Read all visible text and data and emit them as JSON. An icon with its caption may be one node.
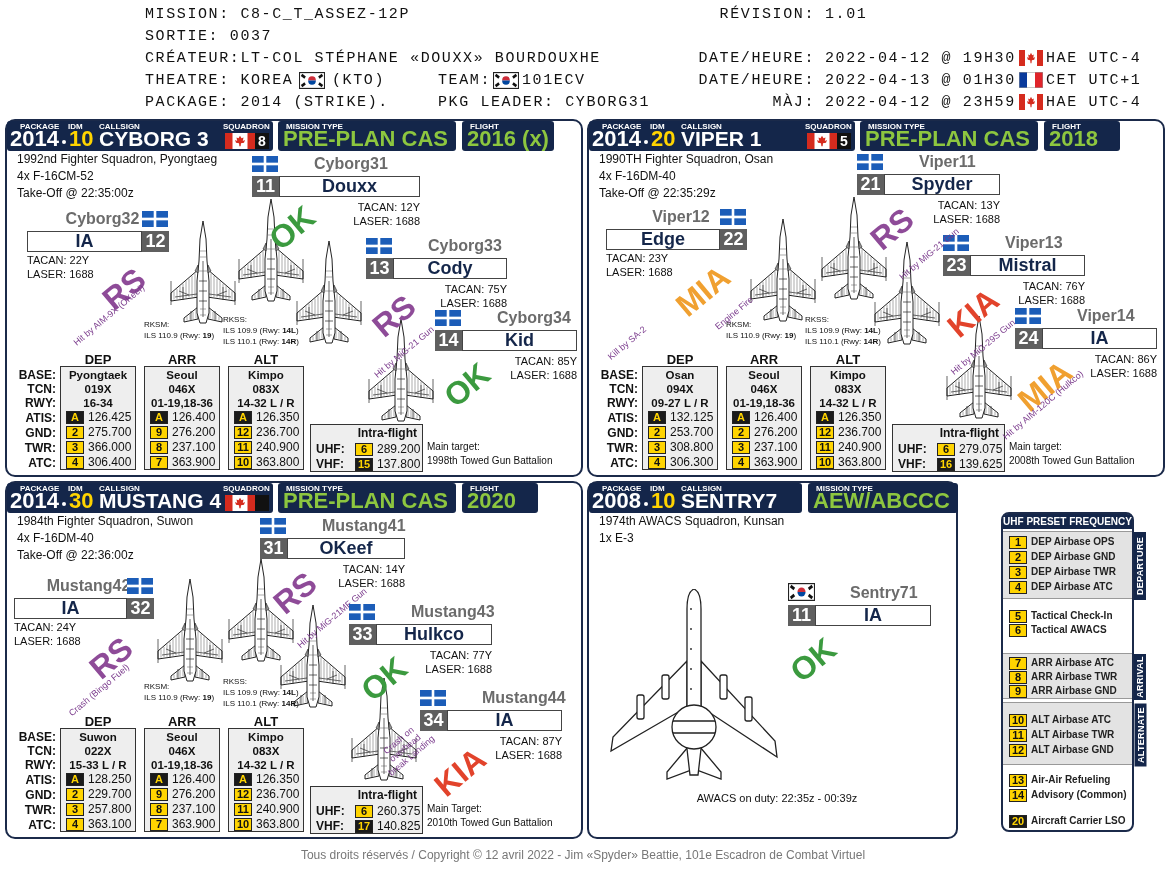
{
  "diagram": {
    "nodes": [
      {
        "text": [
          "1992nd Fighter Squadron, Pyongtaeg",
          "4x F-16CM-52",
          "Take-Off @ 22:35:00z",
          "RKSM:",
          "ILS 110.9 (Rwy: **19**)",
          "RKSS:",
          "ILS 109.9 (Rwy: **14L**)",
          "ILS 110.1 (Rwy: **14R**)",
          "BASE:",
          "TCN:",
          "RWY:",
          "ATIS:",
          "GND:",
          "TWR:",
          "ATC:",
          "Main target:",
          "1998th Towed Gun Battalion"
        ]
      },
      {
        "text": [
          "PACKAGE",
          "IDM",
          "CALLSIGN",
          "SQUADRON",
          "2014",
          "10",
          "CYBORG 3",
          "8"
        ],
        "in": 0
      },
      {
        "text": [
          "MISSION TYPE",
          "PRE-PLAN CAS"
        ],
        "in": 0
      },
      {
        "text": [
          "FLIGHT",
          "2016 (x)"
        ],
        "in": 0
      },
      {
        "text": [
          "Cyborg31",
          "11",
          "Douxx"
        ],
        "beside": [
          "TACAN: 12Y",
          "LASER: 1688",
          "OK"
        ],
        "in": 0
      },
      {
        "text": [
          "Cyborg32",
          "IA",
          "12"
        ],
        "beside": [
          "TACAN: 22Y",
          "LASER: 1688",
          "RS",
          "Hit by AIM-9X (OKeef)"
        ],
        "in": 0
      },
      {
        "text": [
          "Cyborg33",
          "13",
          "Cody"
        ],
        "beside": [
          "TACAN: 75Y",
          "LASER: 1688",
          "RS",
          "Hit by MiG-21 Gun"
        ],
        "in": 0
      },
      {
        "text": [
          "Cyborg34",
          "14",
          "Kid"
        ],
        "beside": [
          "TACAN: 85Y",
          "LASER: 1688",
          "OK"
        ],
        "in": 0
      },
      {
        "text": [
          "DEP",
          "Pyongtaek",
          "019X",
          "16-34",
          "A",
          "126.425",
          "2",
          "275.700",
          "3",
          "366.000",
          "4",
          "306.400"
        ],
        "in": 0
      },
      {
        "text": [
          "ARR",
          "Seoul",
          "046X",
          "01-19,18-36",
          "A",
          "126.400",
          "9",
          "276.200",
          "8",
          "237.100",
          "7",
          "363.900"
        ],
        "in": 0
      },
      {
        "text": [
          "ALT",
          "Kimpo",
          "083X",
          "14-32 L / R",
          "A",
          "126.350",
          "12",
          "236.700",
          "11",
          "240.900",
          "10",
          "363.800"
        ],
        "in": 0
      },
      {
        "text": [
          "Intra-flight",
          "UHF:",
          "6",
          "289.200",
          "VHF:",
          "15",
          "137.800"
        ],
        "in": 0
      },
      {
        "text": [
          "1990TH Fighter Squadron, Osan",
          "4x F-16DM-40",
          "Take-Off @ 22:35:29z",
          "RKSM:",
          "ILS 110.9 (Rwy: **19**)",
          "RKSS:",
          "ILS 109.9 (Rwy: **14L**)",
          "ILS 110.1 (Rwy: **14R**)",
          "BASE:",
          "TCN:",
          "RWY:",
          "ATIS:",
          "GND:",
          "TWR:",
          "ATC:",
          "Main target:",
          "2008th Towed Gun Battalion"
        ]
      },
      {
        "text": [
          "PACKAGE",
          "IDM",
          "CALLSIGN",
          "SQUADRON",
          "2014",
          "20",
          "VIPER 1",
          "5"
        ],
        "in": 12
      },
      {
        "text": [
          "MISSION TYPE",
          "PRE-PLAN CAS"
        ],
        "in": 12
      },
      {
        "text": [
          "FLIGHT",
          "2018"
        ],
        "in": 12
      },
      {
        "text": [
          "Viper11",
          "21",
          "Spyder"
        ],
        "beside": [
          "TACAN: 13Y",
          "LASER: 1688",
          "RS",
          "Hit by MiG-21 Gun"
        ],
        "in": 12
      },
      {
        "text": [
          "Viper12",
          "Edge",
          "22"
        ],
        "beside": [
          "TACAN: 23Y",
          "LASER: 1688",
          "MIA",
          "Engine Fire"
        ],
        "in": 12
      },
      {
        "text": [
          "Viper13",
          "23",
          "Mistral"
        ],
        "beside": [
          "TACAN: 76Y",
          "LASER: 1688",
          "KIA",
          "Hit by MiG-29S Gun"
        ],
        "in": 12
      },
      {
        "text": [
          "Viper14",
          "24",
          "IA"
        ],
        "beside": [
          "TACAN: 86Y",
          "LASER: 1688",
          "MIA",
          "Hit by AIM-120C (Hulkco)"
        ],
        "in": 12
      },
      {
        "text": [
          "DEP",
          "Osan",
          "094X",
          "09-27 L / R",
          "A",
          "132.125",
          "2",
          "253.700",
          "3",
          "308.800",
          "4",
          "306.300"
        ],
        "in": 12
      },
      {
        "text": [
          "ARR",
          "Seoul",
          "046X",
          "01-19,18-36",
          "A",
          "126.400",
          "2",
          "276.200",
          "3",
          "237.100",
          "4",
          "363.900"
        ],
        "in": 12
      },
      {
        "text": [
          "ALT",
          "Kimpo",
          "083X",
          "14-32 L / R",
          "A",
          "126.350",
          "12",
          "236.700",
          "11",
          "240.900",
          "10",
          "363.800"
        ],
        "in": 12
      },
      {
        "text": [
          "Intra-flight",
          "UHF:",
          "6",
          "279.075",
          "VHF:",
          "16",
          "139.625"
        ],
        "in": 12
      },
      {
        "text": [
          "1984th Fighter Squadron, Suwon",
          "4x F-16DM-40",
          "Take-Off @ 22:36:00z",
          "RKSM:",
          "ILS 110.9 (Rwy: **19**)",
          "RKSS:",
          "ILS 109.9 (Rwy: **14L**)",
          "ILS 110.1 (Rwy: **14R**)",
          "BASE:",
          "TCN:",
          "RWY:",
          "ATIS:",
          "GND:",
          "TWR:",
          "ATC:",
          "Main Target:",
          "2010th Towed Gun Battalion"
        ]
      },
      {
        "text": [
          "PACKAGE",
          "IDM",
          "CALLSIGN",
          "SQUADRON",
          "2014",
          "30",
          "MUSTANG 4"
        ],
        "in": 24
      },
      {
        "text": [
          "MISSION TYPE",
          "PRE-PLAN CAS"
        ],
        "in": 24
      },
      {
        "text": [
          "FLIGHT",
          "2020"
        ],
        "in": 24
      },
      {
        "text": [
          "Mustang41",
          "31",
          "OKeef"
        ],
        "beside": [
          "TACAN: 14Y",
          "LASER: 1688",
          "RS",
          "Hit by MiG-21MF Gun"
        ],
        "in": 24
      },
      {
        "text": [
          "Mustang42",
          "IA",
          "32"
        ],
        "beside": [
          "TACAN: 24Y",
          "LASER: 1688",
          "RS",
          "Crash (Bingo Fuel)"
        ],
        "in": 24
      },
      {
        "text": [
          "Mustang43",
          "33",
          "Hulkco"
        ],
        "beside": [
          "TACAN: 77Y",
          "LASER: 1688",
          "OK"
        ],
        "in": 24
      },
      {
        "text": [
          "Mustang44",
          "34",
          "IA"
        ],
        "beside": [
          "TACAN: 87Y",
          "LASER: 1688",
          "KIA",
          "Crash on overhead break Landing"
        ],
        "in": 24
      },
      {
        "text": [
          "DEP",
          "Suwon",
          "022X",
          "15-33 L / R",
          "A",
          "128.250",
          "2",
          "229.700",
          "3",
          "257.800",
          "4",
          "363.100"
        ],
        "in": 24
      },
      {
        "text": [
          "ARR",
          "Seoul",
          "046X",
          "01-19,18-36",
          "A",
          "126.400",
          "9",
          "276.200",
          "8",
          "237.100",
          "7",
          "363.900"
        ],
        "in": 24
      },
      {
        "text": [
          "ALT",
          "Kimpo",
          "083X",
          "14-32 L / R",
          "A",
          "126.350",
          "12",
          "236.700",
          "11",
          "240.900",
          "10",
          "363.800"
        ],
        "in": 24
      },
      {
        "text": [
          "Intra-flight",
          "UHF:",
          "6",
          "260.375",
          "VHF:",
          "17",
          "140.825"
        ],
        "in": 24
      },
      {
        "text": [
          "1974th AWACS Squadron, Kunsan",
          "1x E-3",
          "AWACS on duty: 22:35z - 00:39z"
        ]
      },
      {
        "text": [
          "PACKAGE",
          "IDM",
          "CALLSIGN",
          "2008",
          "10",
          "SENTRY7"
        ],
        "in": 36
      },
      {
        "text": [
          "MISSION TYPE",
          "AEW/ABCCC"
        ],
        "in": 36
      },
      {
        "text": [
          "Sentry71",
          "11",
          "IA"
        ],
        "beside": [
          "OK"
        ],
        "in": 36
      },
      {
        "text": [
          "UHF PRESET FREQUENCY"
        ]
      },
      {
        "text": [
          "1",
          "DEP Airbase OPS",
          "2",
          "DEP Airbase GND",
          "3",
          "DEP Airbase TWR",
          "4",
          "DEP Airbase ATC"
        ],
        "beside": [
          "DEPARTURE"
        ],
        "in": 40
      },
      {
        "text": [
          "5",
          "Tactical Check-In",
          "6",
          "Tactical AWACS"
        ],
        "in": 40
      },
      {
        "text": [
          "7",
          "ARR Airbase ATC",
          "8",
          "ARR Airbase TWR",
          "9",
          "ARR Airbase GND"
        ],
        "beside": [
          "ARRIVAL"
        ],
        "in": 40
      },
      {
        "text": [
          "10",
          "ALT Airbase ATC",
          "11",
          "ALT Airbase TWR",
          "12",
          "ALT Airbase GND"
        ],
        "beside": [
          "ALTERNATE"
        ],
        "in": 40
      },
      {
        "text": [
          "13",
          "Air-Air Refueling",
          "14",
          "Advisory (Common)",
          "20",
          "Aircraft Carrier LSO"
        ],
        "in": 40
      },
      {
        "text": [],
        "shape": "picture",
        "in": 0
      },
      {
        "text": [],
        "shape": "picture",
        "in": 0
      },
      {
        "text": [],
        "shape": "picture",
        "in": 0
      },
      {
        "text": [],
        "shape": "picture",
        "in": 0
      },
      {
        "text": [],
        "shape": "picture",
        "in": 12
      },
      {
        "text": [],
        "shape": "picture",
        "in": 12
      },
      {
        "text": [],
        "shape": "picture",
        "in": 12
      },
      {
        "text": [],
        "shape": "picture",
        "in": 12
      },
      {
        "text": [],
        "shape": "picture",
        "in": 24
      },
      {
        "text": [],
        "shape": "picture",
        "in": 24
      },
      {
        "text": [],
        "shape": "picture",
        "in": 24
      },
      {
        "text": [],
        "shape": "picture",
        "in": 24
      },
      {
        "text": [],
        "shape": "picture",
        "in": 36
      }
    ],
    "labels": [
      "MISSION: C8-C_T_ASSEZ-12P",
      "RÉVISION:",
      "1.01",
      "SORTIE: 0037",
      "CRÉATEUR:LT-COL STÉPHANE «DOUXX» BOURDOUXHE",
      "DATE/HEURE:",
      "2022-04-12 @ 19H30",
      "HAE UTC-4",
      "THEATRE: KOREA",
      "(KTO)",
      "TEAM:",
      "101ECV",
      "DATE/HEURE:",
      "2022-04-13 @ 01H30",
      "CET UTC+1",
      "PACKAGE: 2014 (STRIKE).",
      "PKG LEADER: CYBORG31",
      "MÀJ:",
      "2022-04-12 @ 23H59",
      "HAE UTC-4",
      "Kill by SA-2",
      "Tous droits réservés / Copyright © 12 avril 2022 - Jim «Spyder» Beattie, 101e Escadron de Combat Virtuel"
    ]
  }
}
